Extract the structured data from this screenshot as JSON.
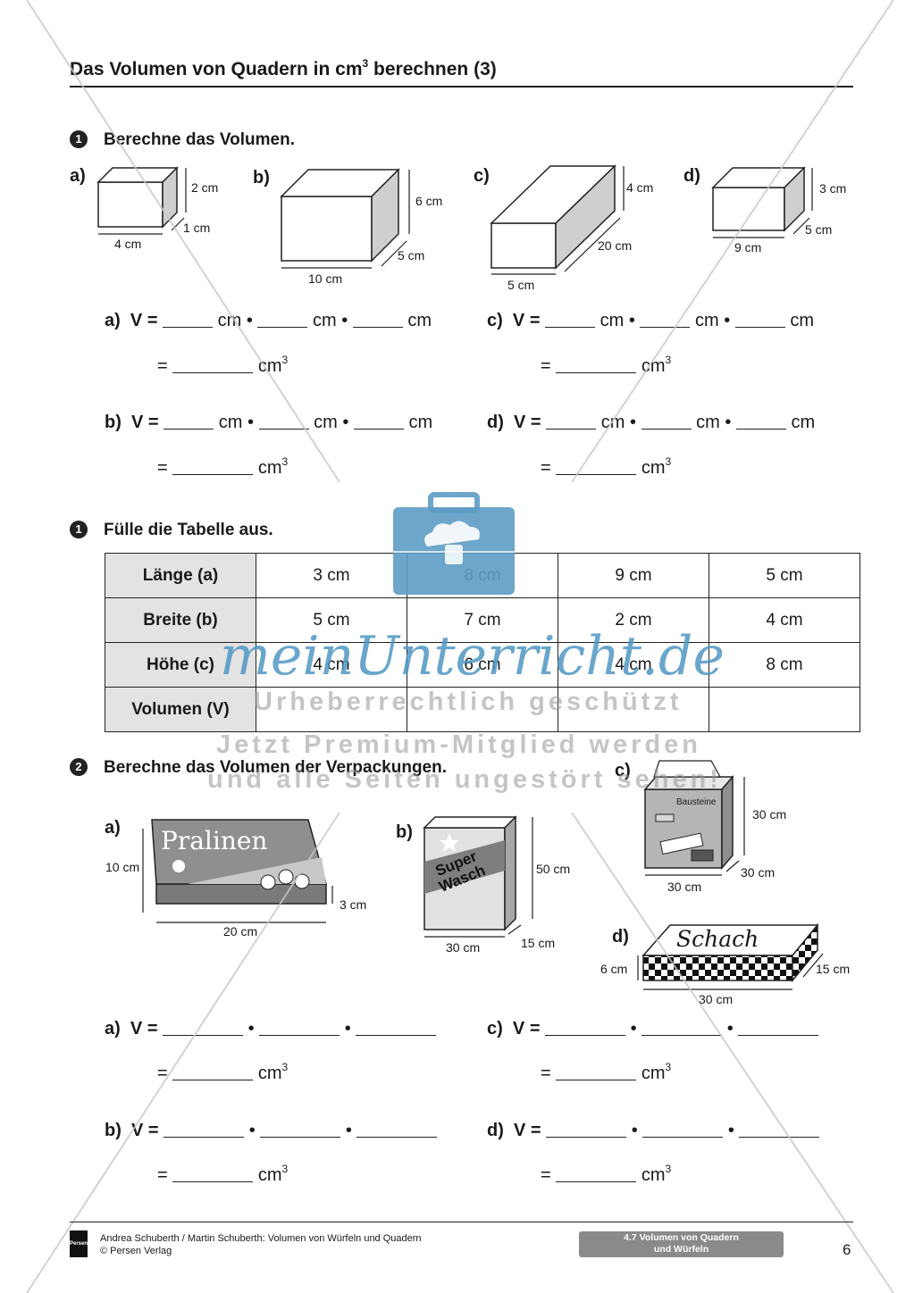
{
  "page": {
    "title_pre": "Das Volumen von Quadern in cm",
    "title_sup": "3",
    "title_post": " berechnen (3)"
  },
  "task1": {
    "number": "1",
    "title": "Berechne das Volumen.",
    "figures": [
      {
        "label": "a)",
        "dims": [
          "2 cm",
          "1 cm",
          "4 cm"
        ]
      },
      {
        "label": "b)",
        "dims": [
          "6 cm",
          "5 cm",
          "10 cm"
        ]
      },
      {
        "label": "c)",
        "dims": [
          "4 cm",
          "20 cm",
          "5 cm"
        ]
      },
      {
        "label": "d)",
        "dims": [
          "3 cm",
          "5 cm",
          "9 cm"
        ]
      }
    ],
    "equations": [
      {
        "label": "a)"
      },
      {
        "label": "c)"
      },
      {
        "label": "b)"
      },
      {
        "label": "d)"
      }
    ]
  },
  "common": {
    "v_eq": "V =",
    "eq": "=",
    "cm": "cm",
    "dot": "•",
    "cm3": "cm",
    "sup3": "3"
  },
  "task2": {
    "number": "1",
    "title": "Fülle die Tabelle aus.",
    "rows": [
      {
        "header": "Länge (a)",
        "cells": [
          "3 cm",
          "8 cm",
          "9 cm",
          "5 cm"
        ]
      },
      {
        "header": "Breite (b)",
        "cells": [
          "5 cm",
          "7 cm",
          "2 cm",
          "4 cm"
        ]
      },
      {
        "header": "Höhe (c)",
        "cells": [
          "4 cm",
          "6 cm",
          "4 cm",
          "8 cm"
        ]
      },
      {
        "header": "Volumen (V)",
        "cells": [
          "",
          "",
          "",
          ""
        ]
      }
    ]
  },
  "task3": {
    "number": "2",
    "title": "Berechne das Volumen der Verpackungen.",
    "packages": [
      {
        "label": "a)",
        "dims": [
          "10 cm",
          "3 cm",
          "20 cm"
        ],
        "art_text": "Pralinen"
      },
      {
        "label": "b)",
        "dims": [
          "50 cm",
          "15 cm",
          "30 cm"
        ],
        "art_text_1": "Super",
        "art_text_2": "Wasch"
      },
      {
        "label": "c)",
        "dims": [
          "30 cm",
          "30 cm",
          "30 cm"
        ],
        "art_text": "Bausteine"
      },
      {
        "label": "d)",
        "dims": [
          "6 cm",
          "15 cm",
          "30 cm"
        ],
        "art_text": "Schach"
      }
    ],
    "equations": [
      {
        "label": "a)"
      },
      {
        "label": "c)"
      },
      {
        "label": "b)"
      },
      {
        "label": "d)"
      }
    ]
  },
  "watermark": {
    "brand": "meinUnterricht.de",
    "line1": "Urheberrechtlich geschützt",
    "line2": "Jetzt Premium-Mitglied werden",
    "line3": "und alle Seiten ungestört sehen!"
  },
  "footer": {
    "publisher_logo": "Persen",
    "authors": "Andrea Schuberth / Martin Schuberth: Volumen von Würfeln und Quadern",
    "copyright": "© Persen Verlag",
    "section_line1": "4.7 Volumen von Quadern",
    "section_line2": "und Würfeln",
    "page_number": "6"
  },
  "colors": {
    "watermark_blue": "#5d9cc4",
    "watermark_gray": "#9a9a9a",
    "table_header_bg": "#e3e3e3",
    "badge_bg": "#8a8a8a"
  }
}
